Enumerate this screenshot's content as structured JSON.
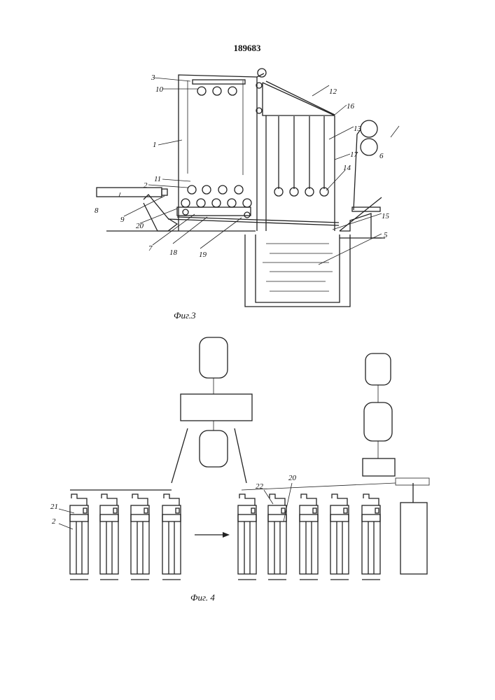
{
  "patent_number": "189683",
  "figure3": {
    "caption": "Фиг.3",
    "labels": [
      "3",
      "10",
      "1",
      "11",
      "2",
      "8",
      "9",
      "20",
      "7",
      "18",
      "19",
      "12",
      "16",
      "13",
      "17",
      "6",
      "14",
      "15",
      "5"
    ]
  },
  "figure4": {
    "caption": "Фиг. 4",
    "labels": [
      "21",
      "2",
      "22",
      "20"
    ]
  }
}
